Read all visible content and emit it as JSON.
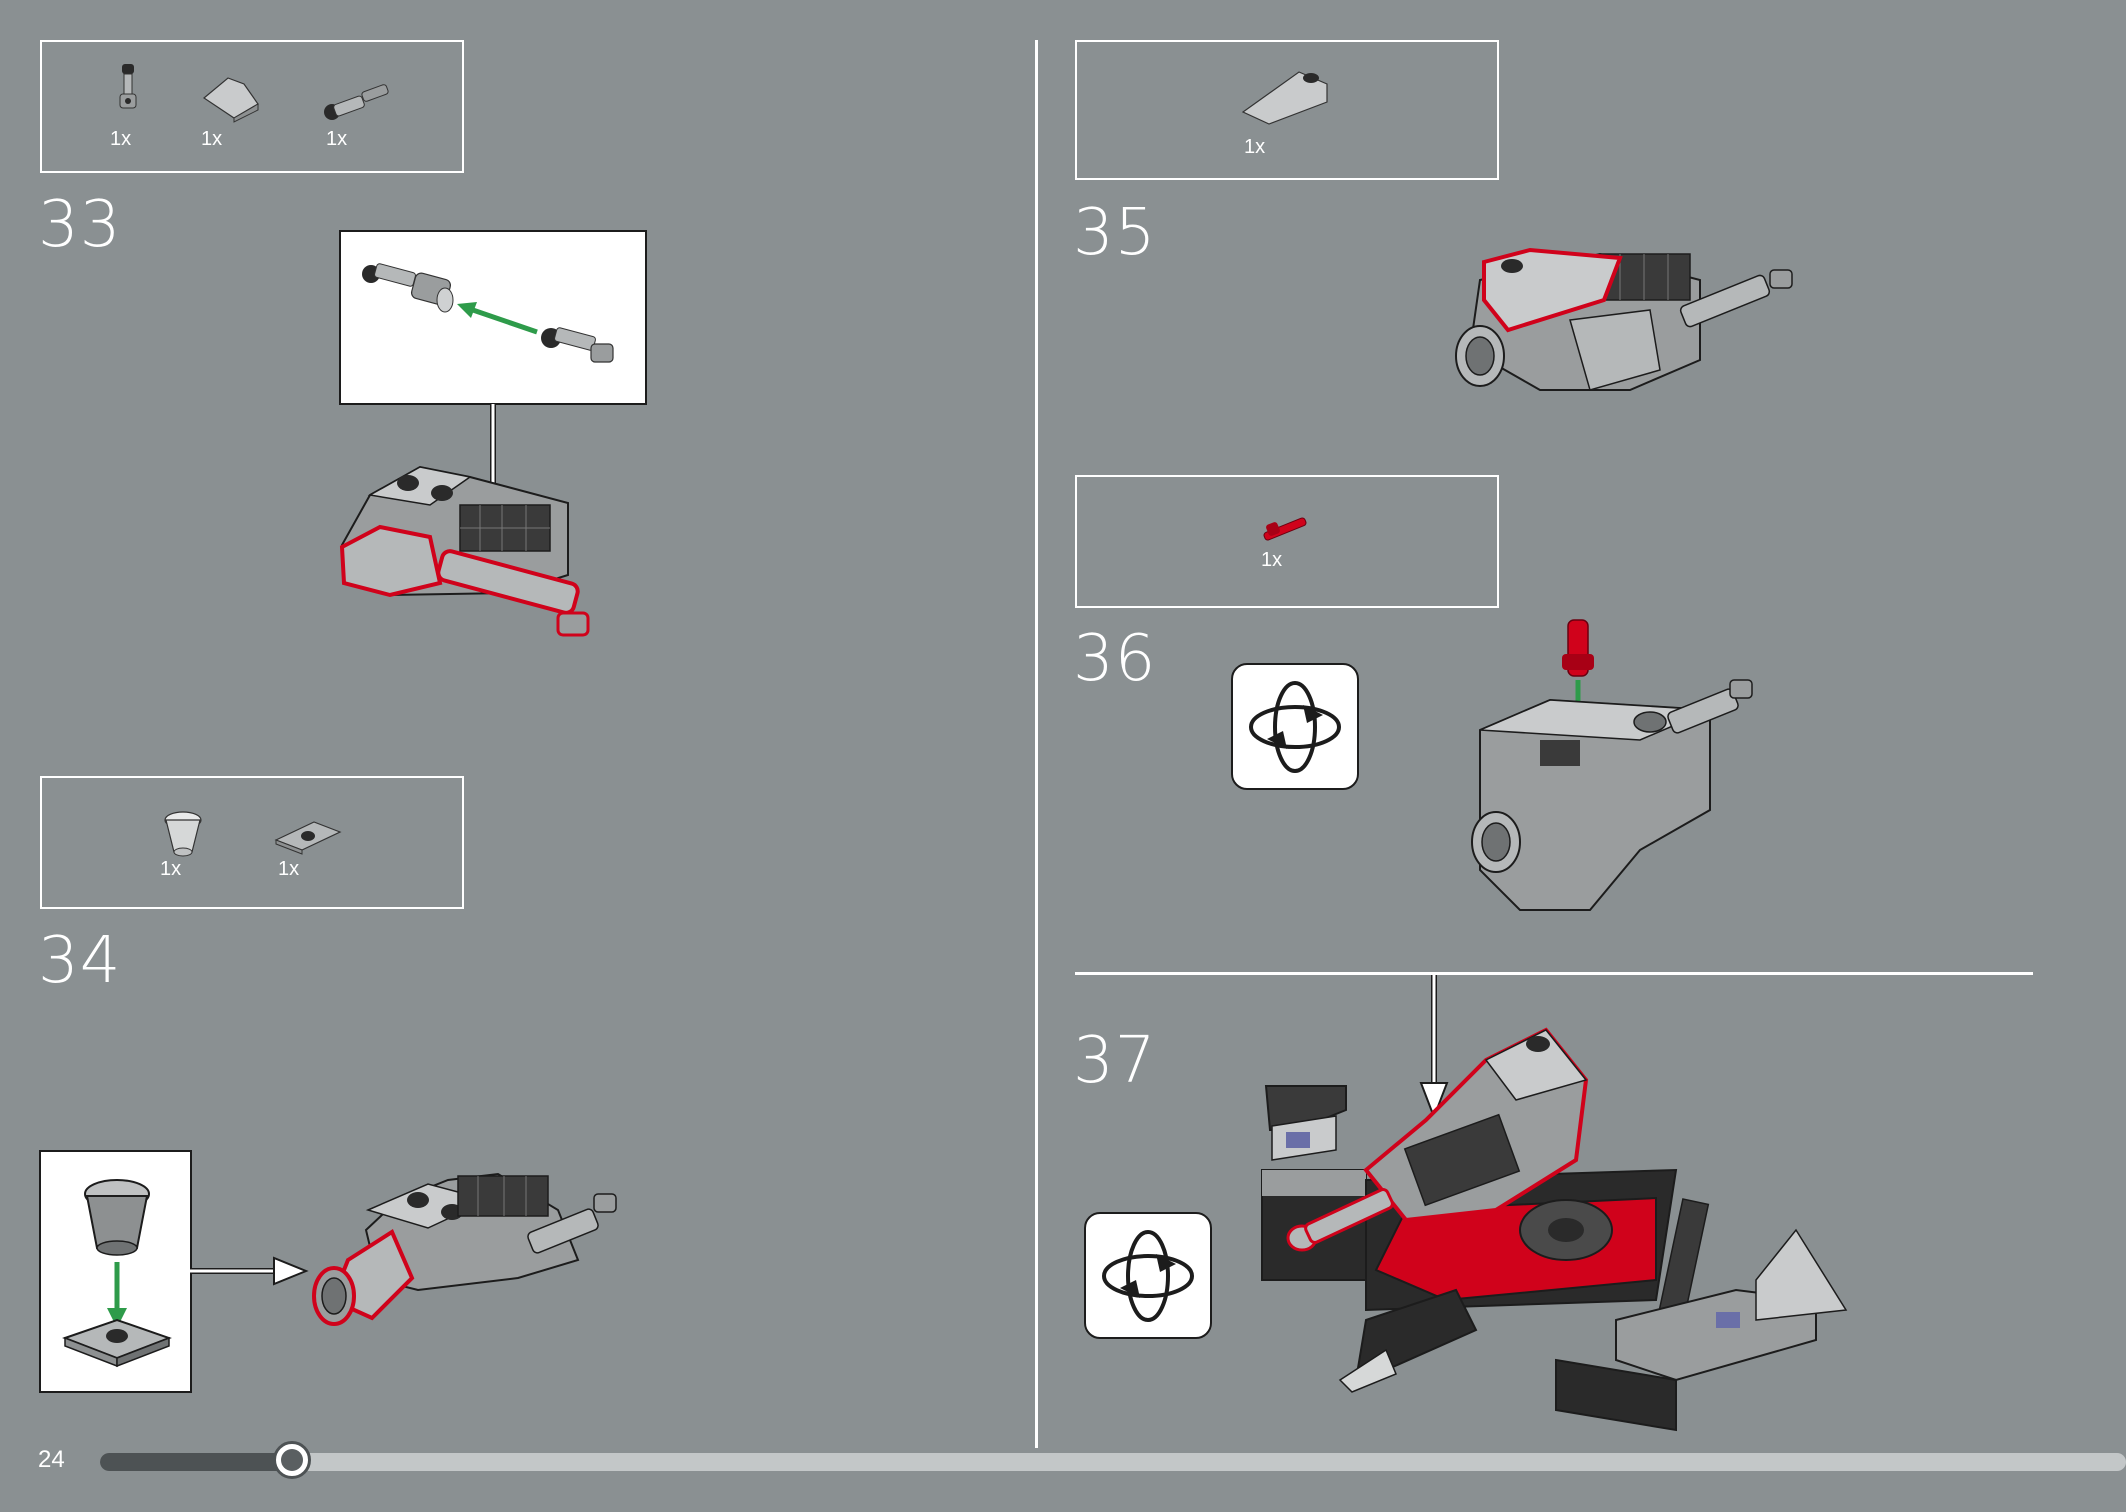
{
  "page": {
    "number": "24"
  },
  "progress": {
    "fraction": 0.095
  },
  "steps": [
    {
      "number": "33",
      "parts": [
        {
          "qty": "1x",
          "icon": "bar-with-clip-part-icon"
        },
        {
          "qty": "1x",
          "icon": "slope-brick-part-icon"
        },
        {
          "qty": "1x",
          "icon": "bar-holder-part-icon"
        }
      ]
    },
    {
      "number": "34",
      "parts": [
        {
          "qty": "1x",
          "icon": "round-cone-part-icon"
        },
        {
          "qty": "1x",
          "icon": "jumper-plate-part-icon"
        }
      ]
    },
    {
      "number": "35",
      "parts": [
        {
          "qty": "1x",
          "icon": "slope-with-stud-part-icon"
        }
      ]
    },
    {
      "number": "36",
      "parts": [
        {
          "qty": "1x",
          "icon": "red-pin-part-icon"
        }
      ],
      "rotate_icon": "rotate-model-icon"
    },
    {
      "number": "37",
      "rotate_icon": "rotate-model-icon"
    }
  ],
  "colors": {
    "background": "#8a9092",
    "highlight": "#d0021b",
    "arrow_green": "#2e9b4a",
    "progress_fill": "#4d5254",
    "progress_track": "#c3c7c8"
  }
}
